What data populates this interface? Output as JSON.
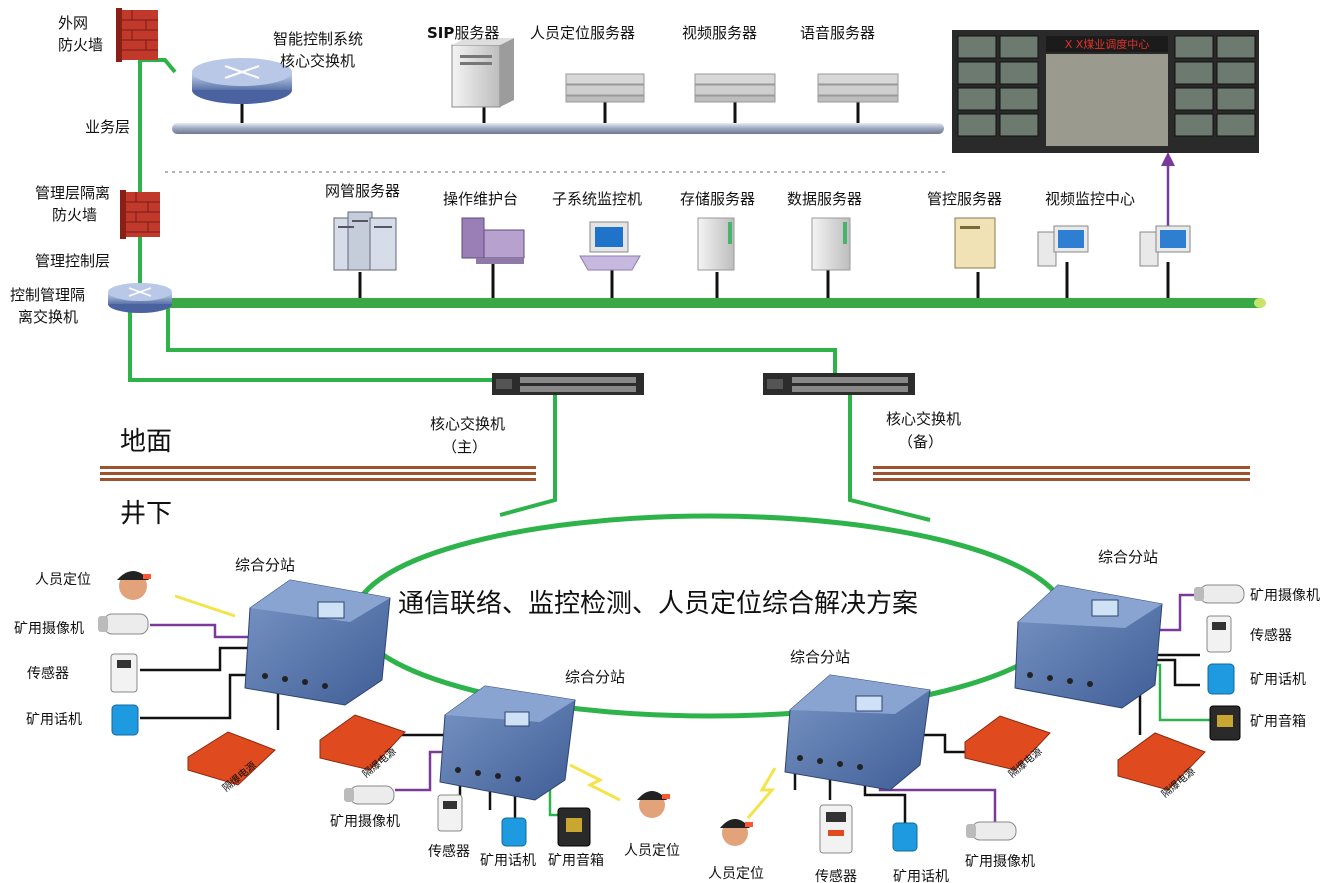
{
  "headings": {
    "center_title": "通信联络、监控检测、人员定位综合解决方案",
    "ground": "地面",
    "underground": "井下"
  },
  "layers": {
    "outer_firewall_line1": "外网",
    "outer_firewall_line2": "防火墙",
    "business_layer": "业务层",
    "mgmt_firewall_line1": "管理层隔离",
    "mgmt_firewall_line2": "防火墙",
    "mgmt_control_layer": "管理控制层",
    "iso_switch_line1": "控制管理隔",
    "iso_switch_line2": "离交换机"
  },
  "top_devices": {
    "smart_core_line1": "智能控制系统",
    "smart_core_line2": "核心交换机",
    "sip_bold": "SIP",
    "sip_rest": "服务器",
    "personnel_server": "人员定位服务器",
    "video_server": "视频服务器",
    "voice_server": "语音服务器",
    "dispatch_screen": "X X煤业调度中心"
  },
  "mid_devices": {
    "nms_server": "网管服务器",
    "ops_console": "操作维护台",
    "subsystem_monitor": "子系统监控机",
    "storage_server": "存储服务器",
    "data_server": "数据服务器",
    "control_server": "管控服务器",
    "video_center": "视频监控中心"
  },
  "core_switches": {
    "main_line1": "核心交换机",
    "main_line2": "（主）",
    "backup_line1": "核心交换机",
    "backup_line2": "（备）"
  },
  "stations": {
    "s1": "综合分站",
    "s2": "综合分站",
    "s3": "综合分站",
    "s4": "综合分站"
  },
  "peripherals": {
    "s1_person": "人员定位",
    "s1_camera": "矿用摄像机",
    "s1_sensor": "传感器",
    "s1_phone": "矿用话机",
    "s1_power": "隔爆电源",
    "s2_power": "隔爆电源",
    "s2_camera": "矿用摄像机",
    "s2_sensor": "传感器",
    "s2_phone": "矿用话机",
    "s2_speaker": "矿用音箱",
    "s2_person": "人员定位",
    "s3_person": "人员定位",
    "s3_sensor": "传感器",
    "s3_phone": "矿用话机",
    "s3_camera": "矿用摄像机",
    "s3_power": "隔爆电源",
    "s4_camera": "矿用摄像机",
    "s4_sensor": "传感器",
    "s4_phone": "矿用话机",
    "s4_speaker": "矿用音箱",
    "s4_power": "隔爆电源"
  },
  "colors": {
    "link_green": "#2db34a",
    "wire_black": "#111111",
    "wire_purple": "#7a3a9a",
    "ground_line": "#a0522d",
    "firewall_red": "#c0392b",
    "station_blue": "#4f6fa8",
    "power_red": "#e04a1f"
  }
}
